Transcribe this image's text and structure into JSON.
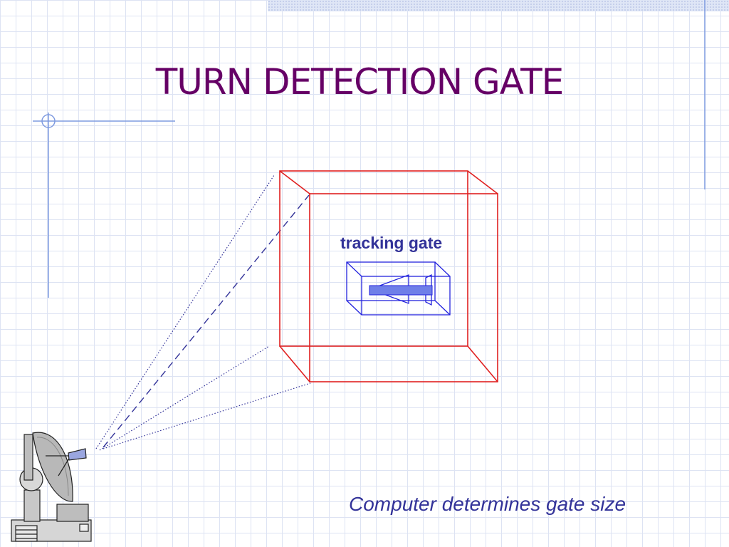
{
  "slide": {
    "title": "TURN DETECTION GATE",
    "caption": "Computer determines gate size",
    "tracking_gate_label": "tracking gate"
  },
  "colors": {
    "title": "#660066",
    "text": "#333399",
    "detection_gate": "#e02020",
    "tracking_gate": "#2222dd",
    "target_fill": "#6f7fe8",
    "beam": "#333399",
    "grid": "#dde3f3",
    "decor_lines": "#7f9be0"
  },
  "icons": {
    "radar": "radar-dish-icon",
    "target": "aircraft-target-icon"
  }
}
